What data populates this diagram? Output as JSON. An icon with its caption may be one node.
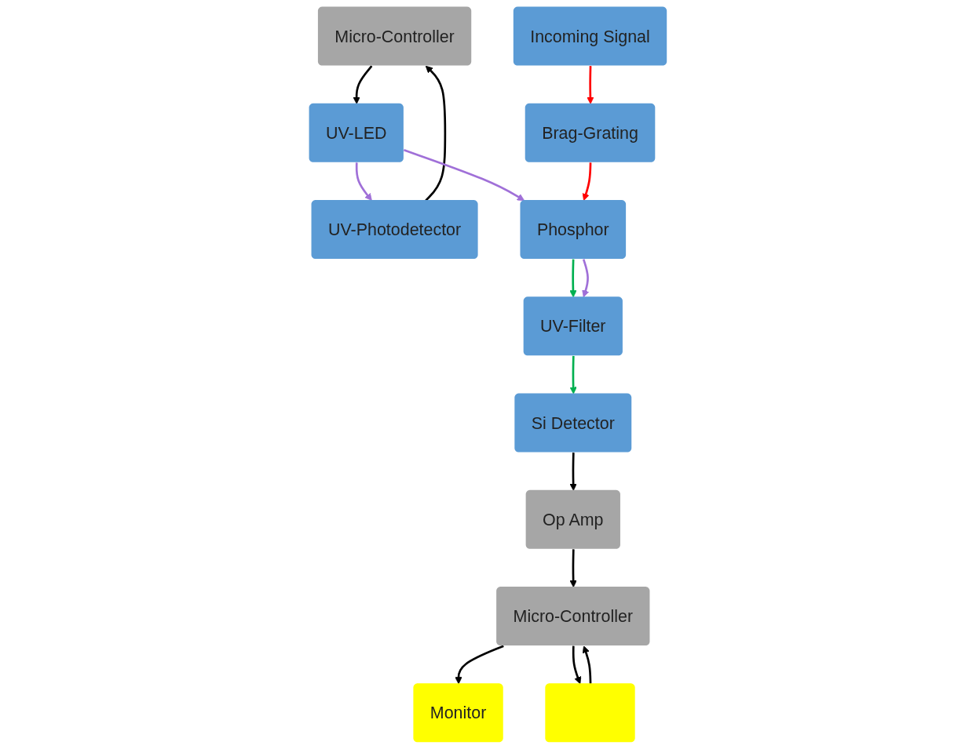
{
  "diagram": {
    "nodes": [
      {
        "text": [
          "Micro-Controller"
        ]
      },
      {
        "text": [
          "UV-LED"
        ]
      },
      {
        "text": [
          "UV-Photodetector"
        ]
      },
      {
        "text": [
          "Incoming Signal"
        ]
      },
      {
        "text": [
          "Brag-Grating"
        ]
      },
      {
        "text": [
          "Phosphor"
        ]
      },
      {
        "text": [
          "UV-Filter"
        ]
      },
      {
        "text": [
          "Si Detector"
        ]
      },
      {
        "text": [
          "Op Amp"
        ]
      },
      {
        "text": [
          "Monitor"
        ]
      },
      {
        "text": [
          "Micro-Controller"
        ]
      },
      {
        "text": [],
        "shape": "box"
      }
    ],
    "edges": [
      {
        "from": 0,
        "to": 1,
        "arrow": "to"
      },
      {
        "from": 1,
        "to": 2,
        "arrow": "to",
        "color": "#a070d8"
      },
      {
        "from": 2,
        "to": 0,
        "arrow": "to"
      },
      {
        "from": 1,
        "to": 5,
        "arrow": "to",
        "color": "#a070d8"
      },
      {
        "from": 3,
        "to": 4,
        "arrow": "to",
        "color": "#ff0000"
      },
      {
        "from": 4,
        "to": 5,
        "arrow": "to",
        "color": "#ff0000"
      },
      {
        "from": 5,
        "to": 6,
        "arrow": "to",
        "color": "#00b050"
      },
      {
        "from": 5,
        "to": 6,
        "arrow": "to",
        "color": "#a070d8"
      },
      {
        "from": 6,
        "to": 7,
        "arrow": "to",
        "color": "#00b050"
      },
      {
        "from": 7,
        "to": 8,
        "arrow": "to"
      },
      {
        "from": 8,
        "to": 10,
        "arrow": "to"
      },
      {
        "from": 10,
        "to": 9,
        "arrow": "to"
      },
      {
        "from": 10,
        "to": 11,
        "arrow": "to"
      },
      {
        "from": 11,
        "to": 10,
        "arrow": "to"
      }
    ]
  }
}
